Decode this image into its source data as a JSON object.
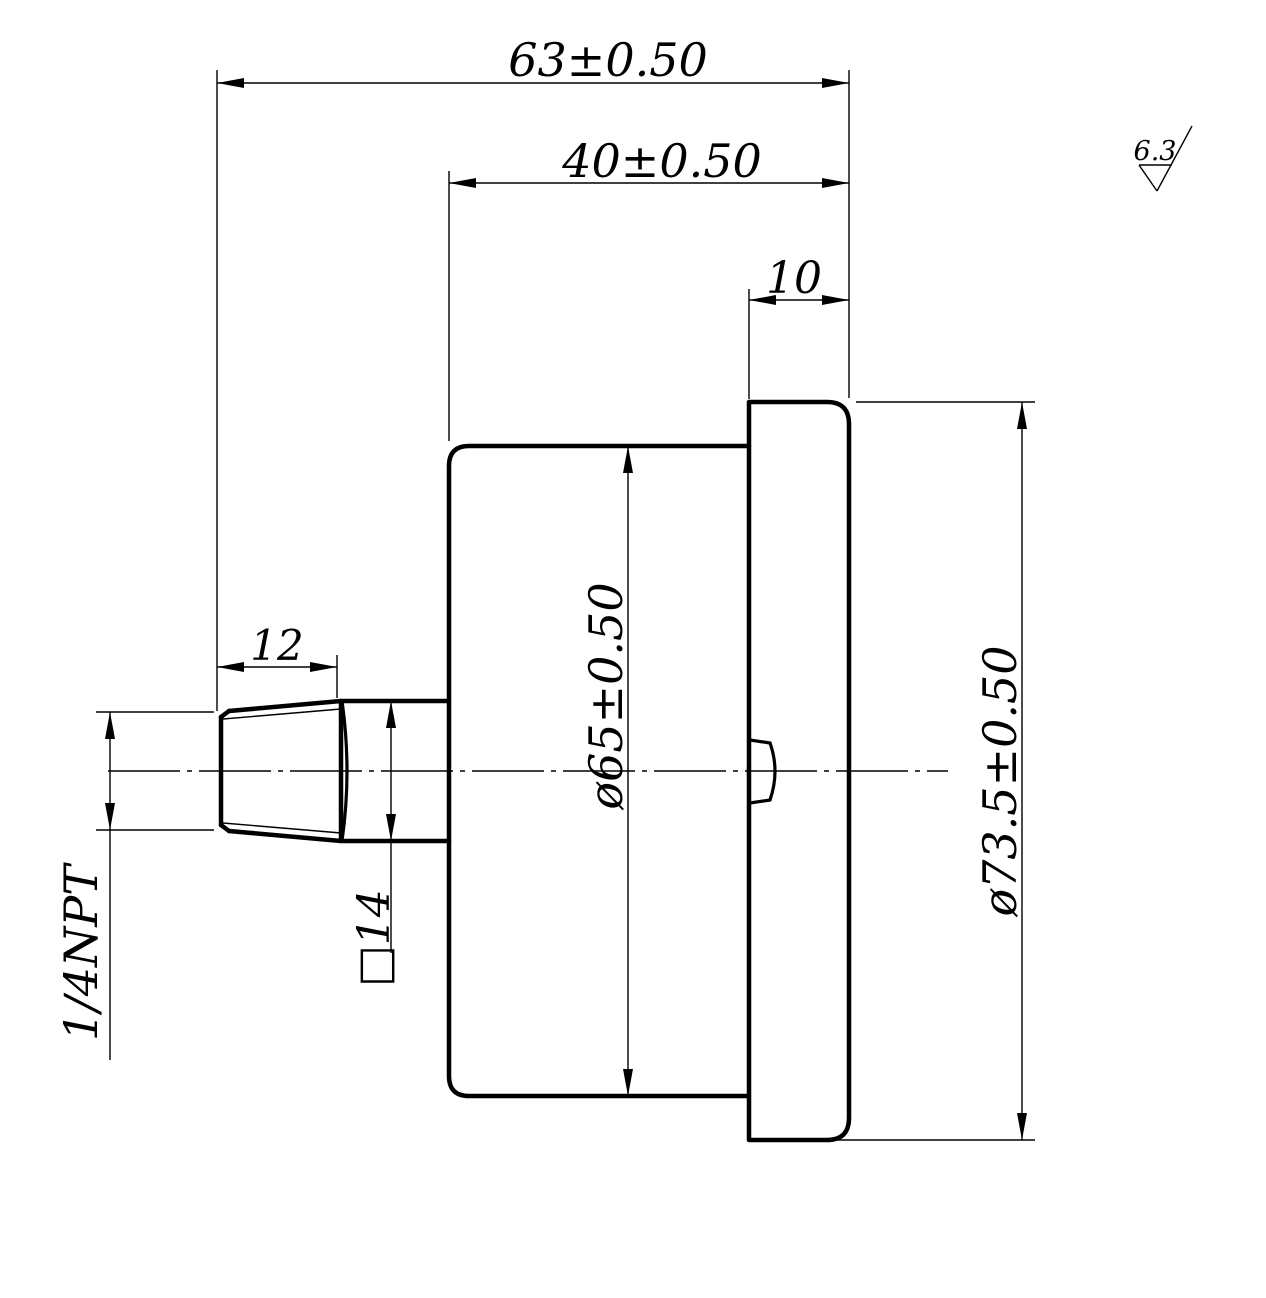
{
  "drawing": {
    "labels": {
      "overall_length": "63±0.50",
      "case_depth": "40±0.50",
      "bezel_width": "10",
      "thread_length": "12",
      "wrench_square": "□14",
      "case_diameter": "ø65±0.50",
      "bezel_diameter": "ø73.5±0.50",
      "thread_size": "1/4NPT",
      "surface_roughness": "6.3"
    },
    "colors": {
      "ink": "#000000",
      "paper": "#ffffff"
    }
  }
}
